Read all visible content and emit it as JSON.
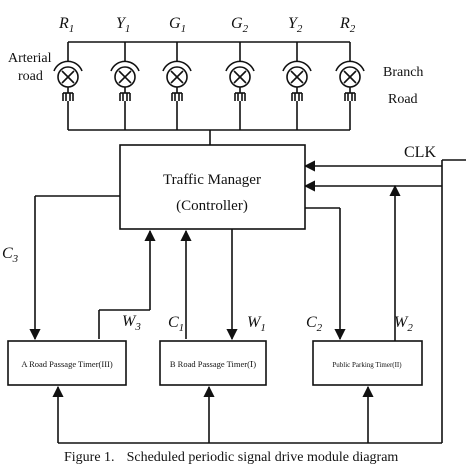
{
  "signals": [
    {
      "letter": "R",
      "sub": "1"
    },
    {
      "letter": "Y",
      "sub": "1"
    },
    {
      "letter": "G",
      "sub": "1"
    },
    {
      "letter": "G",
      "sub": "2"
    },
    {
      "letter": "Y",
      "sub": "2"
    },
    {
      "letter": "R",
      "sub": "2"
    }
  ],
  "road_labels": {
    "arterial_line1": "Arterial",
    "arterial_line2": "road",
    "branch_line1": "Branch",
    "branch_line2": "Road"
  },
  "clk": "CLK",
  "manager": {
    "line1": "Traffic Manager",
    "line2": "(Controller)"
  },
  "timers": {
    "a": "A Road Passage Timer(III)",
    "b": "B Road Passage Timer(Ⅰ)",
    "c": "Public Parking Timer(II)"
  },
  "signal_labels": {
    "c3": {
      "letter": "C",
      "sub": "3"
    },
    "w3": {
      "letter": "W",
      "sub": "3"
    },
    "c1": {
      "letter": "C",
      "sub": "1"
    },
    "w1": {
      "letter": "W",
      "sub": "1"
    },
    "c2": {
      "letter": "C",
      "sub": "2"
    },
    "w2": {
      "letter": "W",
      "sub": "2"
    }
  },
  "caption": {
    "label": "Figure 1.",
    "text": "Scheduled periodic signal drive module diagram"
  }
}
